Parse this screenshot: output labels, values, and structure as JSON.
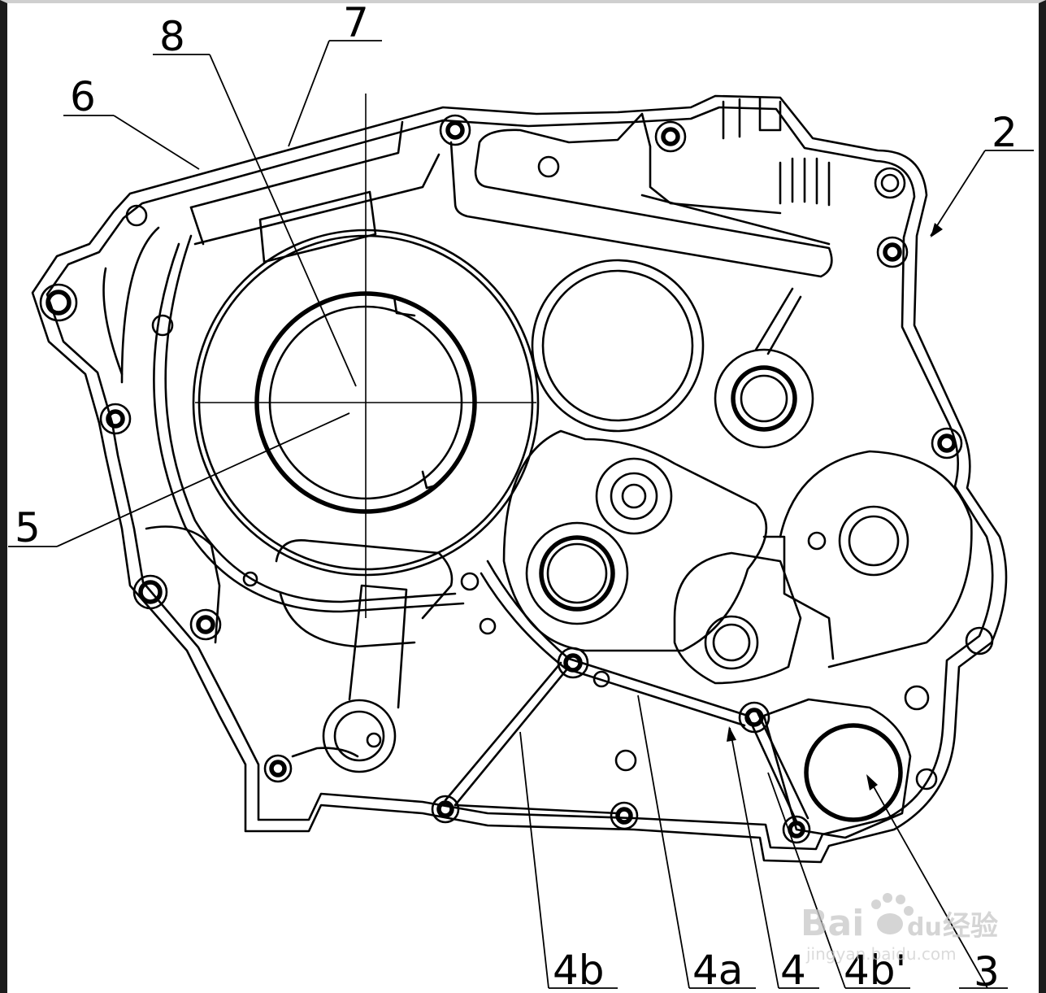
{
  "labels": {
    "l8": "8",
    "l7": "7",
    "l6": "6",
    "l2": "2",
    "l5": "5",
    "l4b": "4b",
    "l4a": "4a",
    "l4": "4",
    "l4b_prime": "4b'",
    "l3": "3"
  },
  "watermark": {
    "brand": "Bai",
    "brand_tail": "du",
    "cn": "经验",
    "url": "jingyan.baidu.com"
  },
  "colors": {
    "line": "#000000",
    "background": "#ffffff",
    "frame": "#1c1c1c",
    "watermark": "#c8c8c8"
  }
}
